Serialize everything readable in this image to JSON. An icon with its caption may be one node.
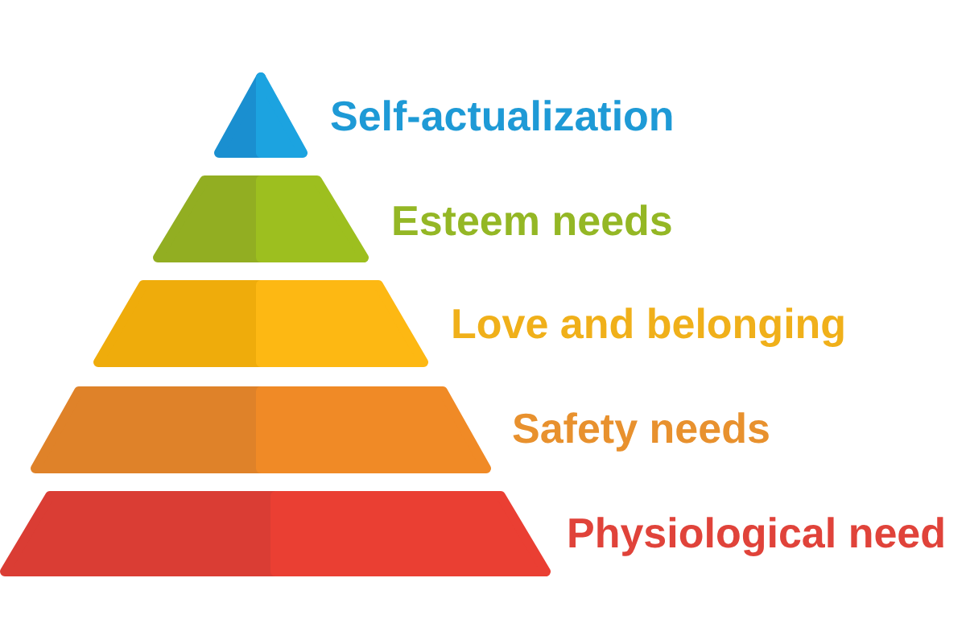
{
  "diagram": {
    "nodes": [
      {
        "text": [],
        "shape": "triangle",
        "beside": [
          "Self-actualization"
        ]
      },
      {
        "text": [],
        "shape": "trapezoid",
        "beside": [
          "Esteem needs"
        ]
      },
      {
        "text": [],
        "shape": "trapezoid",
        "beside": [
          "Love and belonging"
        ]
      },
      {
        "text": [],
        "shape": "trapezoid",
        "beside": [
          "Safety needs"
        ]
      },
      {
        "text": [],
        "shape": "trapezoid",
        "beside": [
          "Physiological need"
        ]
      }
    ]
  }
}
